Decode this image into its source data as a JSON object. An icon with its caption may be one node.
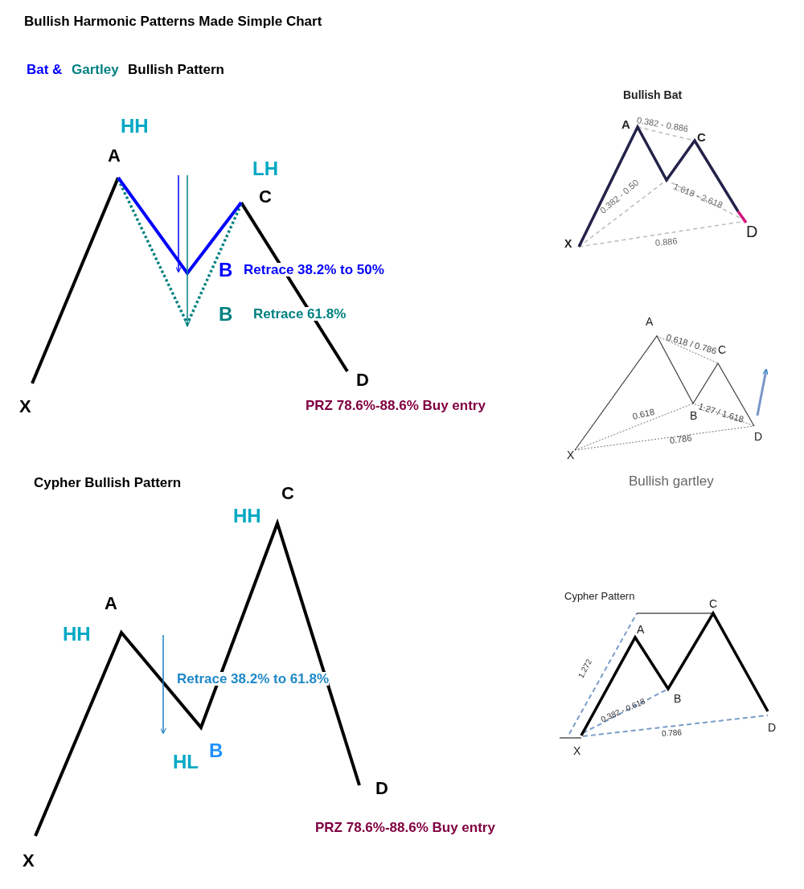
{
  "diagram": {
    "title": "Bullish Harmonic Patterns Made Simple Chart",
    "labels": [
      "Bat &",
      "Gartley",
      "Bullish Pattern",
      "HH",
      "A",
      "LH",
      "C",
      "B",
      "Retrace 38.2% to 50%",
      "B",
      "Retrace 61.8%",
      "X",
      "D",
      "PRZ 78.6%-88.6% Buy entry",
      "Bullish Bat",
      "A",
      "0.382 - 0.886",
      "C",
      "0.382 - 0.50",
      "1.618 - 2.618",
      "X",
      "D",
      "0.886",
      "A",
      "0.618 / 0.786",
      "C",
      "0.618",
      "B",
      "1.27 / 1.618",
      "X",
      "0.786",
      "D",
      "Cypher Bullish Pattern",
      "Bullish gartley",
      "C",
      "HH",
      "A",
      "HH",
      "Retrace 38.2% to 61.8%",
      "HL",
      "B",
      "D",
      "X",
      "PRZ 78.6%-88.6% Buy entry",
      "Cypher Pattern",
      "C",
      "A",
      "1.272",
      "0.382 - 0.618",
      "B",
      "X",
      "D",
      "0.786"
    ]
  }
}
